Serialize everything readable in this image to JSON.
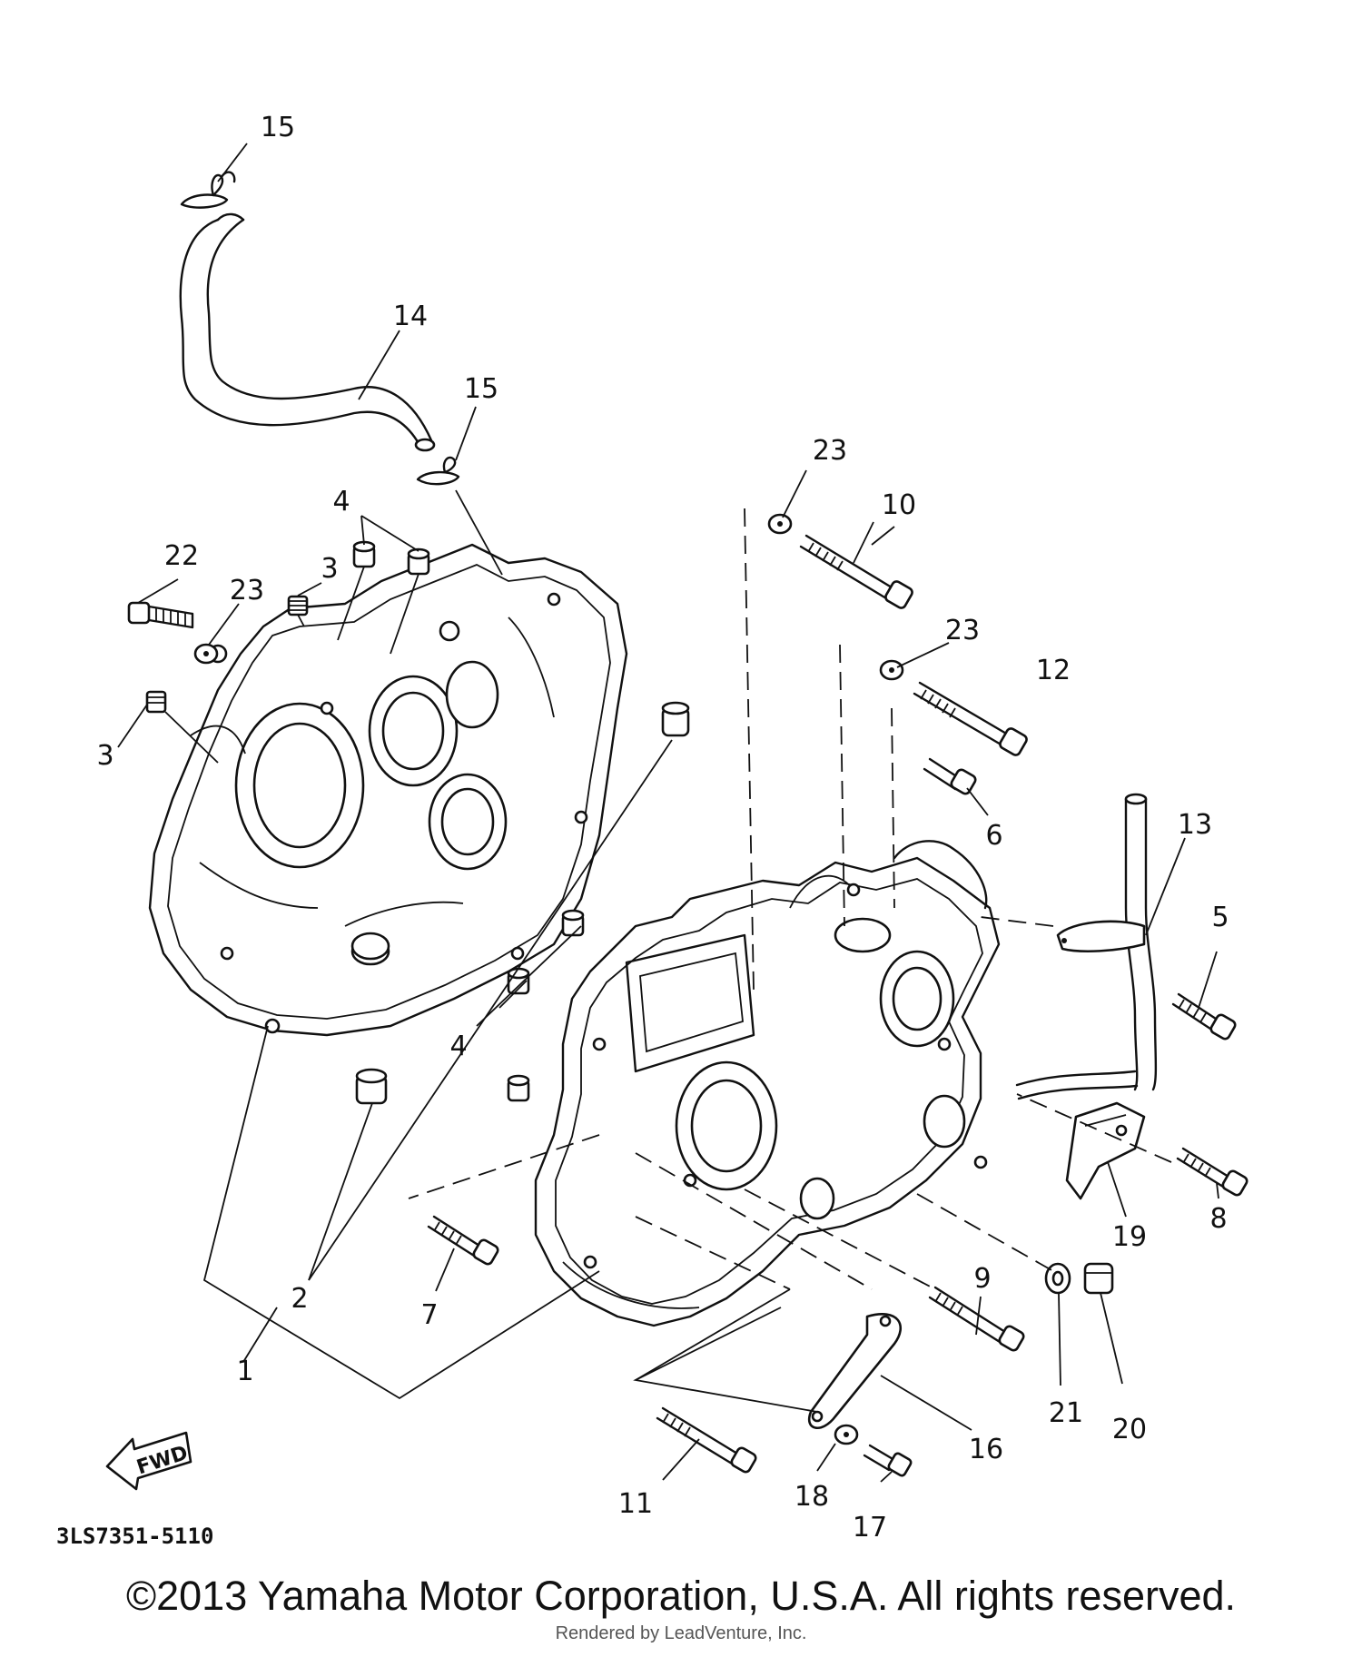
{
  "callouts": {
    "c1": "1",
    "c2": "2",
    "c3a": "3",
    "c3b": "3",
    "c4a": "4",
    "c4b": "4",
    "c5": "5",
    "c6": "6",
    "c7": "7",
    "c8": "8",
    "c9": "9",
    "c10": "10",
    "c11": "11",
    "c12": "12",
    "c13": "13",
    "c14": "14",
    "c15a": "15",
    "c15b": "15",
    "c16": "16",
    "c17": "17",
    "c18": "18",
    "c19": "19",
    "c20": "20",
    "c21": "21",
    "c22": "22",
    "c23a": "23",
    "c23b": "23",
    "c23c": "23"
  },
  "fwd_label": "FWD",
  "diagram_code": "3LS7351-5110",
  "copyright": "©2013 Yamaha Motor Corporation, U.S.A. All rights reserved.",
  "rendered_by": "Rendered by LeadVenture, Inc."
}
